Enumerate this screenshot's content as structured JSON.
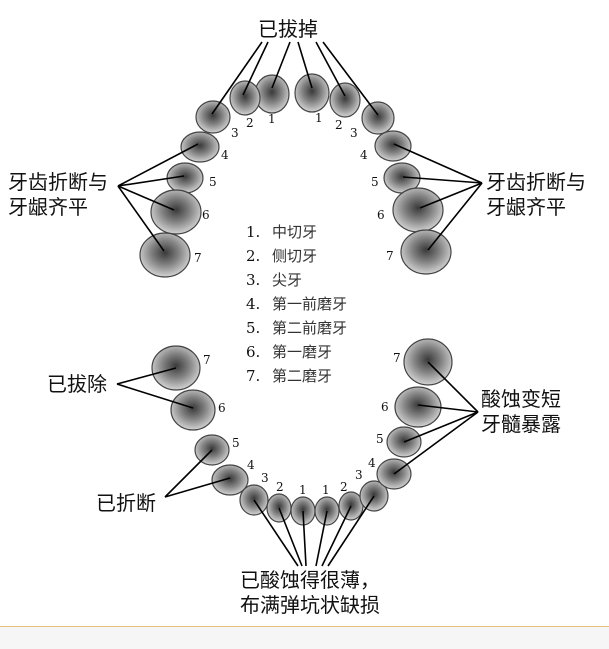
{
  "labels": {
    "top_center": "已拔掉",
    "upper_left_line1": "牙齿折断与",
    "upper_left_line2": "牙龈齐平",
    "upper_right_line1": "牙齿折断与",
    "upper_right_line2": "牙龈齐平",
    "lower_left_extracted": "已拔除",
    "lower_left_broken": "已折断",
    "lower_right_line1": "酸蚀变短",
    "lower_right_line2": "牙髓暴露",
    "bottom_line1": "已酸蚀得很薄，",
    "bottom_line2": "布满弹坑状缺损"
  },
  "legend": [
    {
      "num": "1.",
      "name": "中切牙"
    },
    {
      "num": "2.",
      "name": "侧切牙"
    },
    {
      "num": "3.",
      "name": "尖牙"
    },
    {
      "num": "4.",
      "name": "第一前磨牙"
    },
    {
      "num": "5.",
      "name": "第二前磨牙"
    },
    {
      "num": "6.",
      "name": "第一磨牙"
    },
    {
      "num": "7.",
      "name": "第二磨牙"
    }
  ],
  "tooth_numbers": [
    "1",
    "2",
    "3",
    "4",
    "5",
    "6",
    "7"
  ]
}
